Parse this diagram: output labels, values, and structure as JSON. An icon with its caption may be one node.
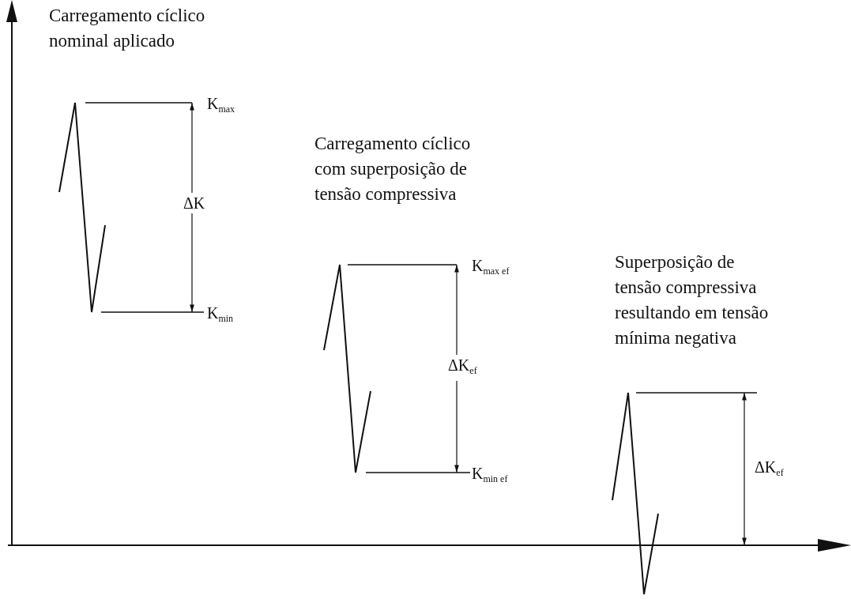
{
  "diagram": {
    "labels": [
      "Carregamento cíclico nominal aplicado",
      "K$_{max}$",
      "ΔK",
      "K$_{min}$",
      "Carregamento cíclico com superposição de tensão compressiva",
      "K$_{max ef}$",
      "ΔK$_{ef}$",
      "K$_{min ef}$",
      "Superposição de tensão compressiva resultando em tensão mínima negativa",
      "ΔK$_{ef}$"
    ]
  }
}
